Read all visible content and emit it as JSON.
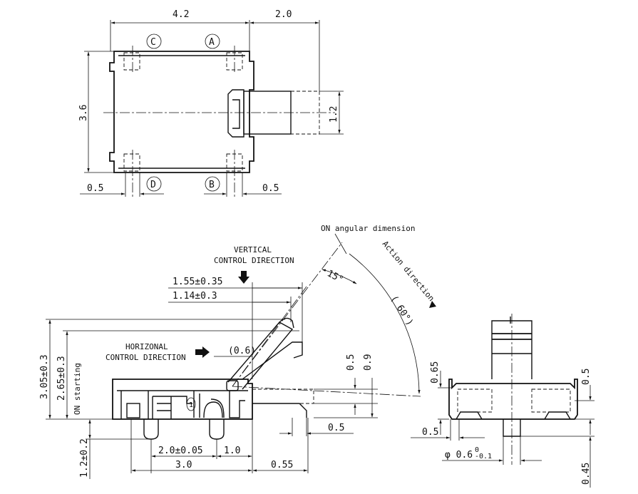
{
  "top_view": {
    "width": "4.2",
    "actuator_length": "2.0",
    "height": "3.6",
    "actuator_width": "1.2",
    "terminal_left": "0.5",
    "terminal_right": "0.5",
    "terminals": [
      "C",
      "A",
      "D",
      "B"
    ]
  },
  "side_view": {
    "on_angular_label": "ON angular dimension",
    "vertical_control_line1": "VERTICAL",
    "vertical_control_line2": "CONTROL DIRECTION",
    "horizontal_control_line1": "HORIZONAL",
    "horizontal_control_line2": "CONTROL DIRECTION",
    "action_direction": "Action direction",
    "angle_on": "15°",
    "angle_action": "( 60°)",
    "dim_155": "1.55±0.35",
    "dim_114": "1.14±0.3",
    "dim_06": "(0.6)",
    "dim_305": "3.05±0.3",
    "dim_265": "2.65±0.3",
    "on_starting": "ON starting",
    "dim_05_v": "0.5",
    "dim_09": "0.9",
    "dim_05_h": "0.5",
    "dim_12": "1.2±0.2",
    "dim_20": "2.0±0.05",
    "dim_10": "1.0",
    "dim_30": "3.0",
    "dim_055": "0.55",
    "marker_1": "1"
  },
  "end_view": {
    "dim_065": "0.65",
    "dim_05_right": "0.5",
    "dim_05_left": "0.5",
    "dim_phi": "φ 0.6",
    "phi_tol_upper": "0",
    "phi_tol_lower": "-0.1",
    "dim_045": "0.45"
  }
}
